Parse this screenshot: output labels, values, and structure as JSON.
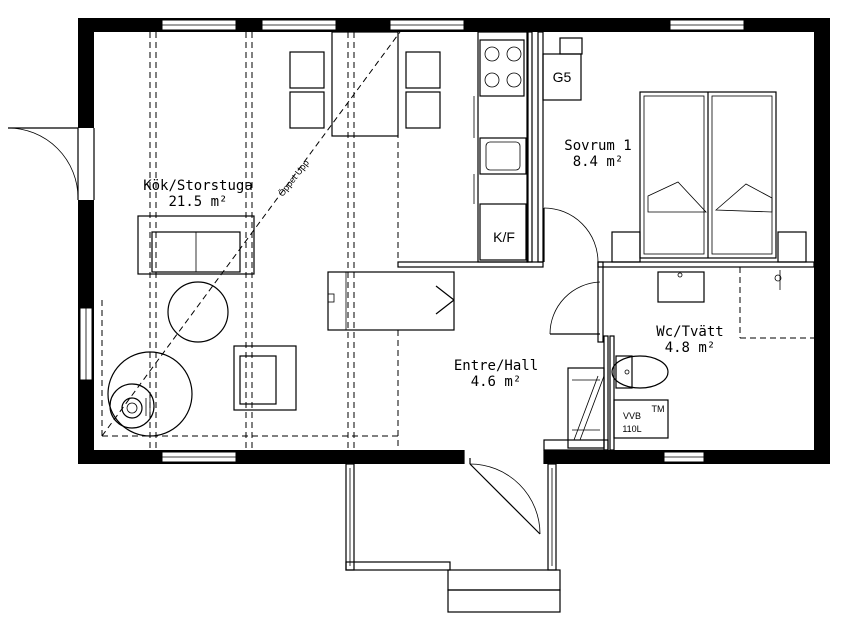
{
  "rooms": {
    "kok": {
      "name": "Kök/Storstuga",
      "area": "21.5 m²"
    },
    "sovrum": {
      "name": "Sovrum 1",
      "area": "8.4 m²"
    },
    "entre": {
      "name": "Entre/Hall",
      "area": "4.6 m²"
    },
    "wc": {
      "name": "Wc/Tvätt",
      "area": "4.8 m²"
    }
  },
  "fixtures": {
    "g5": "G5",
    "kf": "K/F",
    "vvb": "VVB",
    "vvb_size": "110L",
    "tm": "TM"
  },
  "annotations": {
    "open_ceiling": "Öppet Upp"
  }
}
